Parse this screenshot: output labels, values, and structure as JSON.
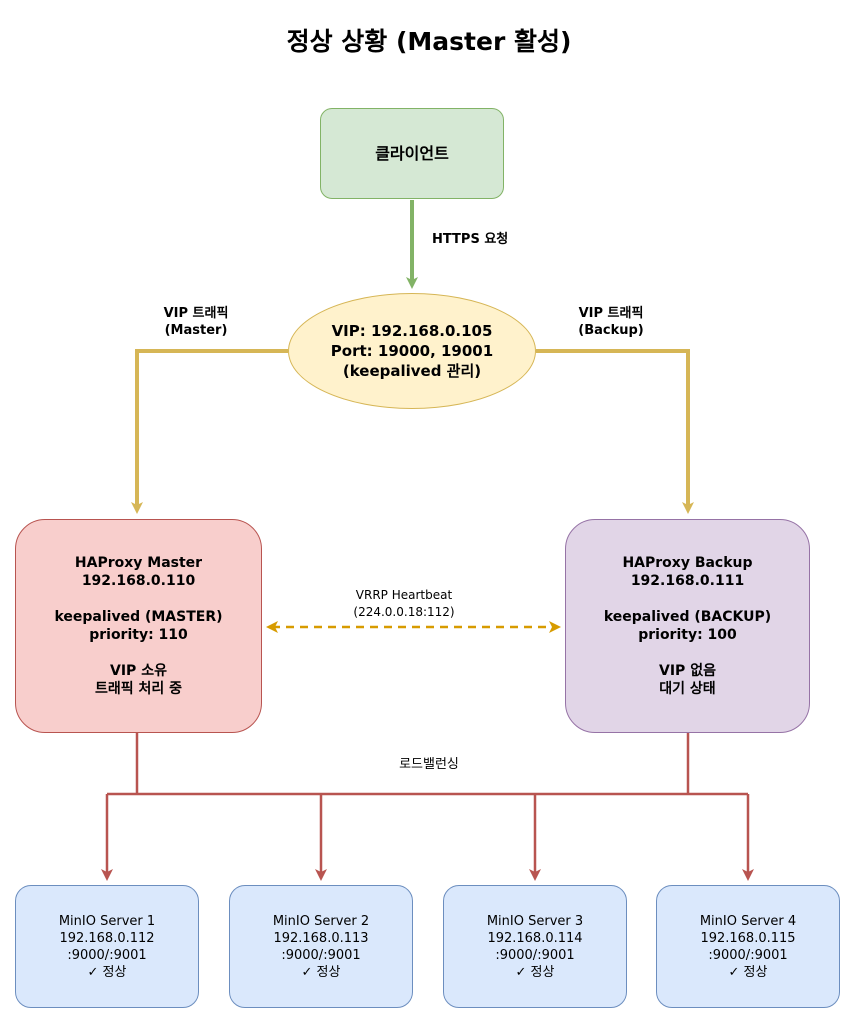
{
  "title": "정상 상황 (Master 활성)",
  "client": {
    "label": "클라이언트"
  },
  "vip": {
    "line1": "VIP: 192.168.0.105",
    "line2": "Port: 19000, 19001",
    "line3": "(keepalived 관리)"
  },
  "master": {
    "name": "HAProxy Master",
    "ip": "192.168.0.110",
    "keepalived": "keepalived (MASTER)",
    "priority": "priority: 110",
    "vip_status": "VIP 소유",
    "traffic_status": "트래픽 처리 중"
  },
  "backup": {
    "name": "HAProxy Backup",
    "ip": "192.168.0.111",
    "keepalived": "keepalived (BACKUP)",
    "priority": "priority: 100",
    "vip_status": "VIP 없음",
    "traffic_status": "대기 상태"
  },
  "edges": {
    "https": "HTTPS 요청",
    "vip_master_line1": "VIP 트래픽",
    "vip_master_line2": "(Master)",
    "vip_backup_line1": "VIP 트래픽",
    "vip_backup_line2": "(Backup)",
    "vrrp_line1": "VRRP Heartbeat",
    "vrrp_line2": "(224.0.0.18:112)",
    "load_balancing": "로드밸런싱"
  },
  "servers": [
    {
      "name": "MinIO Server 1",
      "ip": "192.168.0.112",
      "ports": ":9000/:9001",
      "status": "✓ 정상"
    },
    {
      "name": "MinIO Server 2",
      "ip": "192.168.0.113",
      "ports": ":9000/:9001",
      "status": "✓ 정상"
    },
    {
      "name": "MinIO Server 3",
      "ip": "192.168.0.114",
      "ports": ":9000/:9001",
      "status": "✓ 정상"
    },
    {
      "name": "MinIO Server 4",
      "ip": "192.168.0.115",
      "ports": ":9000/:9001",
      "status": "✓ 정상"
    }
  ],
  "colors": {
    "client_fill": "#d5e8d4",
    "vip_fill": "#fff2cc",
    "master_fill": "#f8cecc",
    "backup_fill": "#e1d5e7",
    "server_fill": "#dae8fc",
    "https_edge": "#82b366",
    "vip_edge": "#d6b656",
    "vrrp_edge": "#d79b00",
    "lb_edge": "#b85450"
  }
}
